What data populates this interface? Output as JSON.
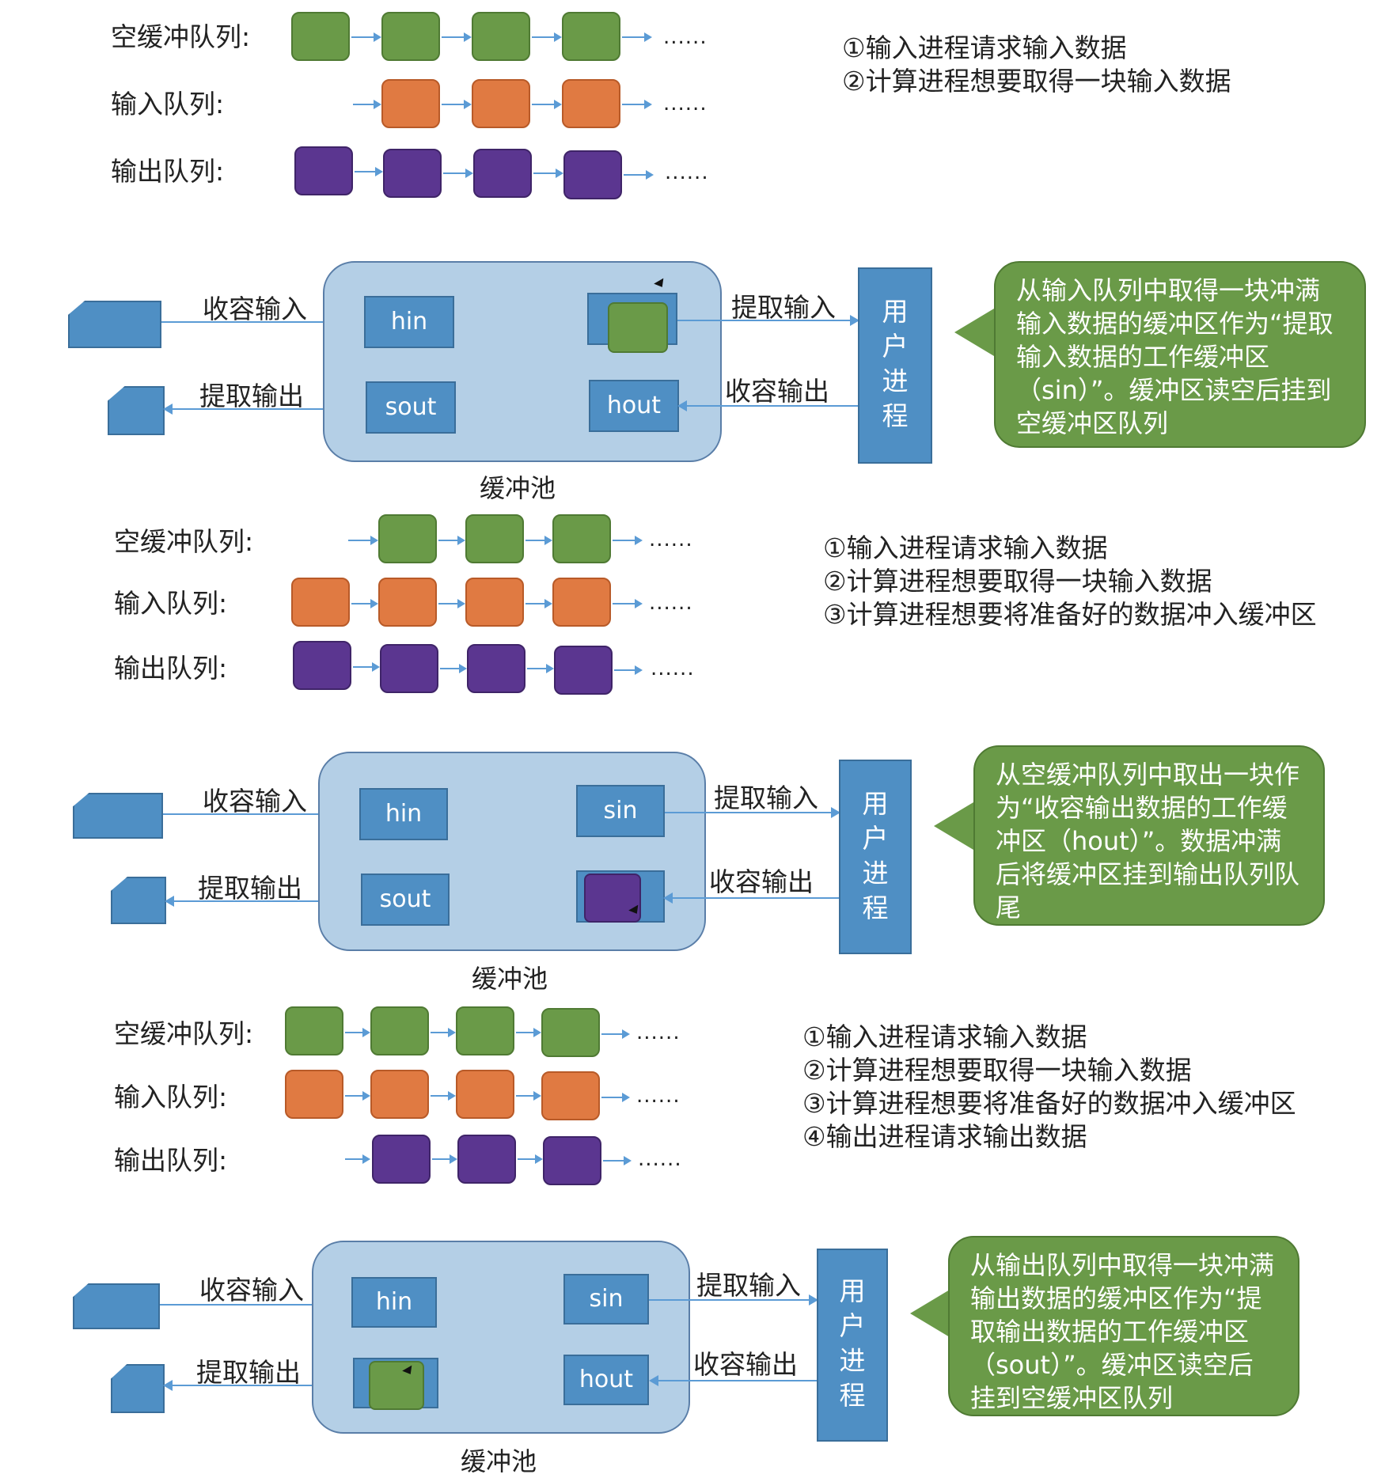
{
  "queues": {
    "empty_label": "空缓冲队列:",
    "input_label": "输入队列:",
    "output_label": "输出队列:",
    "more": "......"
  },
  "pool": {
    "label": "缓冲池",
    "hin": "hin",
    "sin": "sin",
    "sout": "sout",
    "hout": "hout",
    "collect_input": "收容输入",
    "extract_output": "提取输出",
    "extract_input": "提取输入",
    "collect_output": "收容输出",
    "user_process": [
      "用",
      "户",
      "进",
      "程"
    ]
  },
  "panels": [
    {
      "steps": [
        "①输入进程请求输入数据",
        "②计算进程想要取得一块输入数据"
      ],
      "note": "从输入队列中取得一块冲满输入数据的缓冲区作为“提取输入数据的工作缓冲区（sin）”。缓冲区读空后挂到空缓冲区队列"
    },
    {
      "steps": [
        "①输入进程请求输入数据",
        "②计算进程想要取得一块输入数据",
        "③计算进程想要将准备好的数据冲入缓冲区"
      ],
      "note": "从空缓冲队列中取出一块作为“收容输出数据的工作缓冲区（hout）”。数据冲满后将缓冲区挂到输出队列队尾"
    },
    {
      "steps": [
        "①输入进程请求输入数据",
        "②计算进程想要取得一块输入数据",
        "③计算进程想要将准备好的数据冲入缓冲区",
        "④输出进程请求输出数据"
      ],
      "note": "从输出队列中取得一块冲满输出数据的缓冲区作为“提取输出数据的工作缓冲区（sout）”。缓冲区读空后挂到空缓冲区队列"
    }
  ],
  "colors": {
    "empty_buffer": "#6a9a48",
    "input_buffer": "#e07a42",
    "output_buffer": "#5b3690",
    "pool": "#b4cfe6",
    "box": "#4f8fc4",
    "note": "#6a9a48"
  }
}
